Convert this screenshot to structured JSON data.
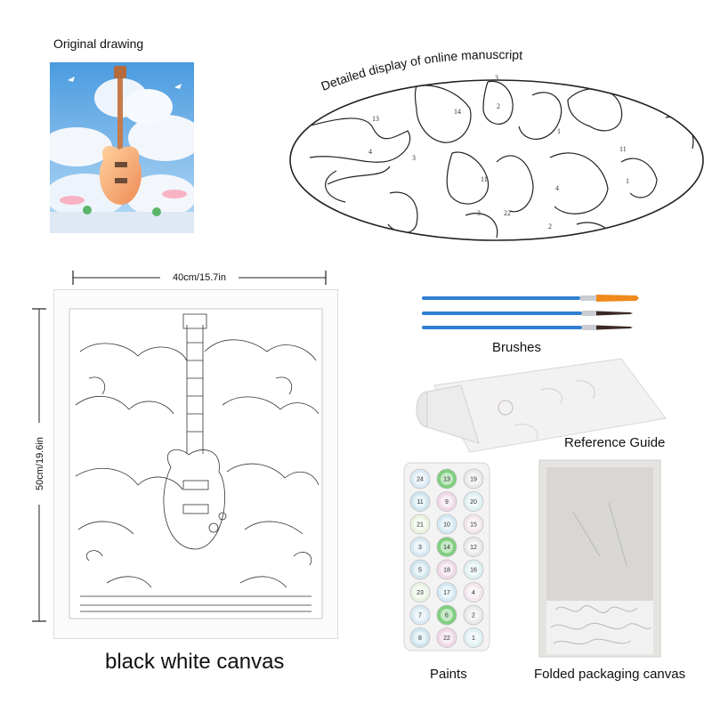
{
  "labels": {
    "original_drawing": "Original drawing",
    "manuscript_title": "Detailed display of online manuscript",
    "width_dimension": "40cm/15.7in",
    "height_dimension": "50cm/19.6in",
    "canvas_caption": "black white canvas",
    "brushes": "Brushes",
    "reference_guide": "Reference Guide",
    "paints": "Paints",
    "folded_canvas": "Folded packaging canvas"
  },
  "manuscript_numbers": [
    "3",
    "13",
    "14",
    "2",
    "1",
    "4",
    "3",
    "11",
    "11",
    "4",
    "1",
    "3",
    "22",
    "2"
  ],
  "paint_pot_numbers": [
    "24",
    "13",
    "19",
    "11",
    "9",
    "20",
    "21",
    "10",
    "15",
    "3",
    "14",
    "12",
    "5",
    "18",
    "16",
    "23",
    "17",
    "4",
    "7",
    "6",
    "2",
    "8",
    "22",
    "1"
  ],
  "colors": {
    "sky": "#6fb4e8",
    "cloud": "#eef4fb",
    "guitar": "#f2a56a",
    "brush_handle": "#2f7fd1",
    "brush_tip": "#f08a1c",
    "line": "#222222"
  }
}
